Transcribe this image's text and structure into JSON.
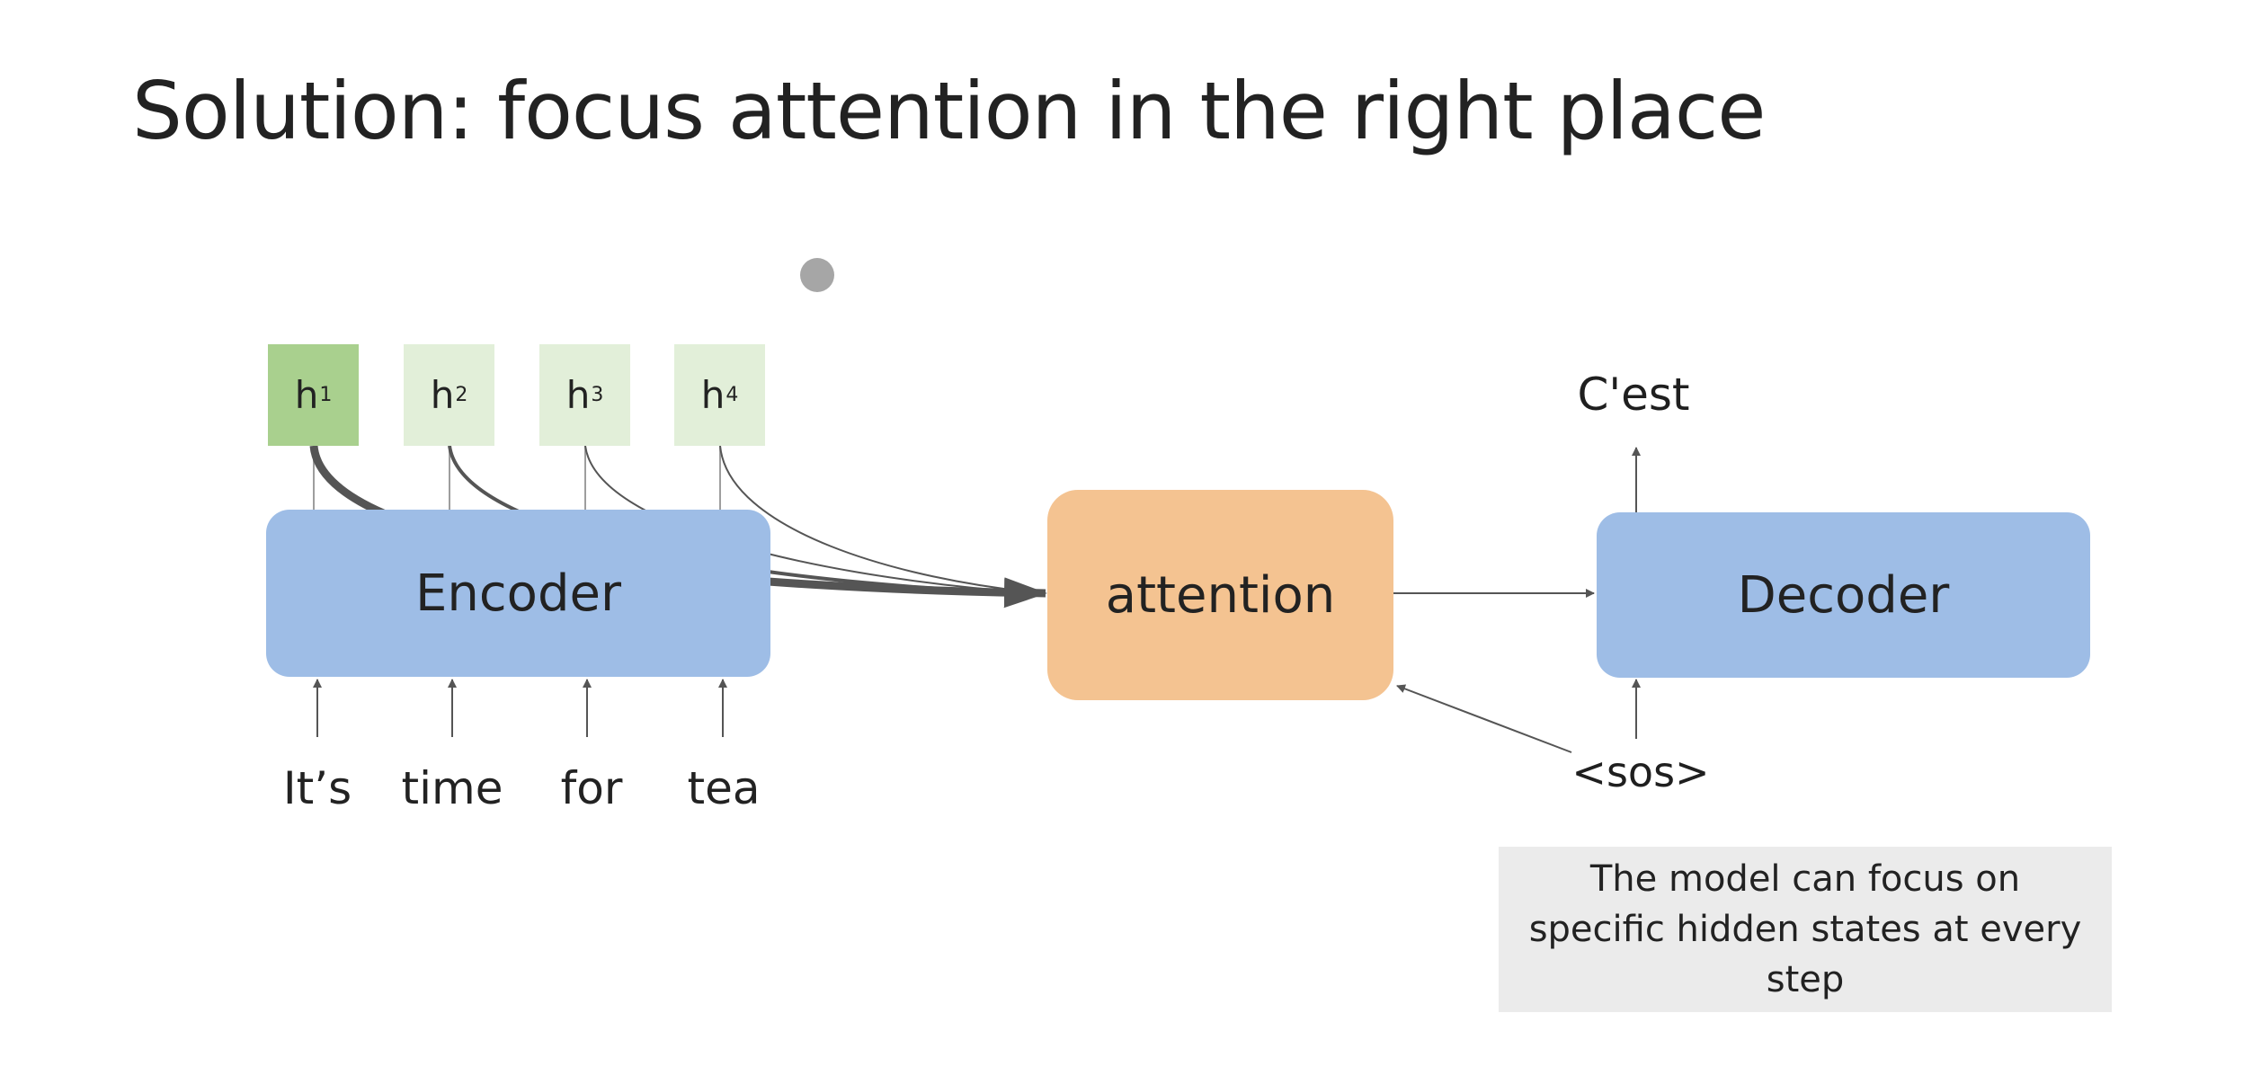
{
  "slide": {
    "title": "Solution: focus attention in the right place"
  },
  "hidden_states": [
    {
      "letter": "h",
      "index": "1",
      "color": "#a9d08e"
    },
    {
      "letter": "h",
      "index": "2",
      "color": "#e2efd9"
    },
    {
      "letter": "h",
      "index": "3",
      "color": "#e2efd9"
    },
    {
      "letter": "h",
      "index": "4",
      "color": "#e2efd9"
    }
  ],
  "encoder": {
    "label": "Encoder",
    "color": "#9ebde6"
  },
  "attention": {
    "label": "attention",
    "color": "#f4c391"
  },
  "decoder": {
    "label": "Decoder",
    "color": "#9ebde6"
  },
  "input_words": [
    "It’s",
    "time",
    "for",
    "tea"
  ],
  "output_token": "C'est",
  "start_token": "<sos>",
  "note": "The model can focus on specific hidden states at every step"
}
